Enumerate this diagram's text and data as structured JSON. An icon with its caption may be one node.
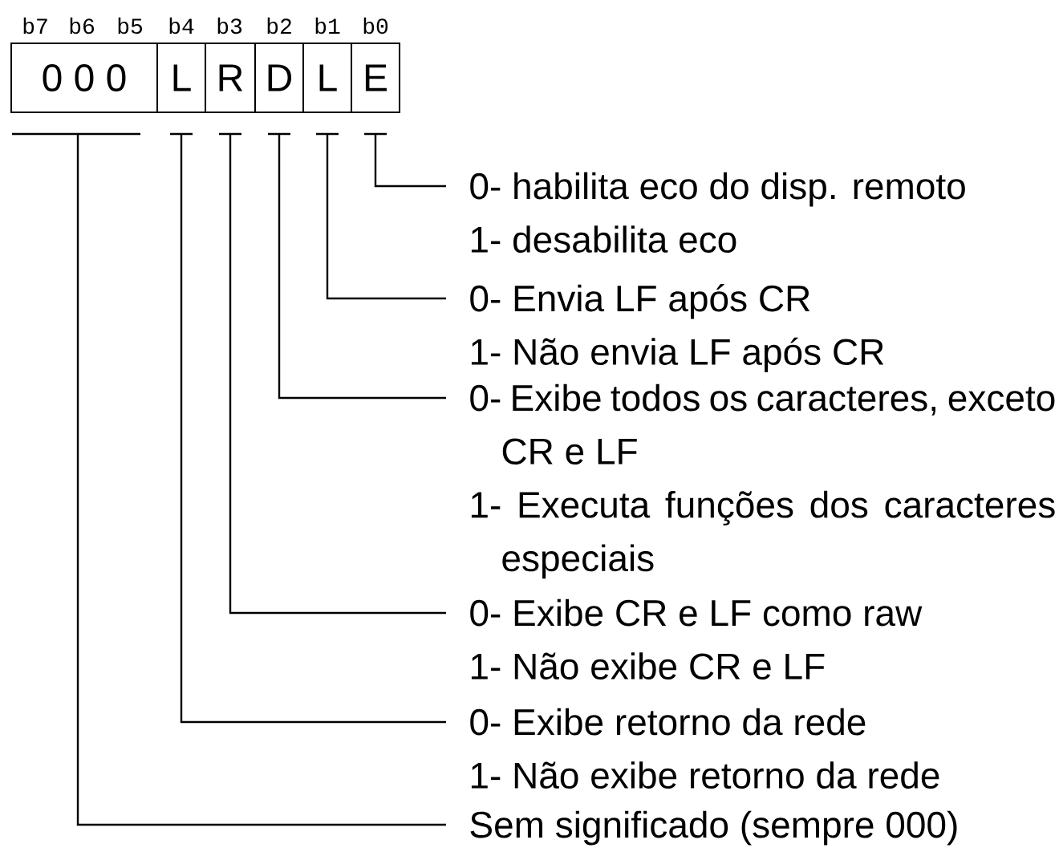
{
  "diagram": {
    "nodes": [
      {
        "text": [
          "0 0 0"
        ]
      },
      {
        "text": [
          "L"
        ]
      },
      {
        "text": [
          "R"
        ]
      },
      {
        "text": [
          "D"
        ]
      },
      {
        "text": [
          "L"
        ]
      },
      {
        "text": [
          "E"
        ]
      },
      {
        "text": [
          "0- habilita eco do disp. remoto",
          "1- desabilita eco"
        ]
      },
      {
        "text": [
          "0- Envia LF após CR",
          "1- Não envia LF após CR"
        ]
      },
      {
        "text": [
          "0- Exibe todos os caracteres, exceto CR e LF",
          "1- Executa funções dos caracteres especiais"
        ]
      },
      {
        "text": [
          "0- Exibe CR e LF como raw",
          "1- Não exibe CR e LF"
        ]
      },
      {
        "text": [
          "0- Exibe retorno da rede",
          "1- Não exibe retorno da rede"
        ]
      },
      {
        "text": [
          "Sem significado (sempre 000)"
        ]
      }
    ],
    "edges": [
      {
        "from": 5,
        "to": 6,
        "arrow": "none"
      },
      {
        "from": 4,
        "to": 7,
        "arrow": "none"
      },
      {
        "from": 3,
        "to": 8,
        "arrow": "none"
      },
      {
        "from": 2,
        "to": 9,
        "arrow": "none"
      },
      {
        "from": 1,
        "to": 10,
        "arrow": "none"
      },
      {
        "from": 0,
        "to": 11,
        "arrow": "none"
      }
    ],
    "labels": [
      "b7",
      "b6",
      "b5",
      "b4",
      "b3",
      "b2",
      "b1",
      "b0"
    ]
  }
}
